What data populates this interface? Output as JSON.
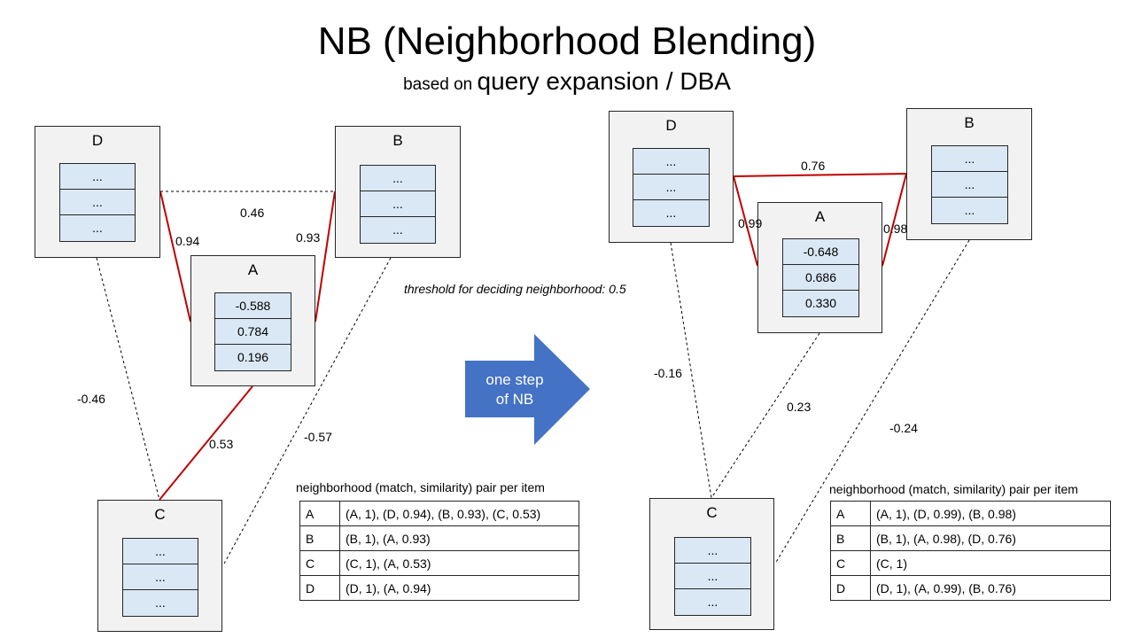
{
  "title": "NB (Neighborhood Blending)",
  "subtitle": {
    "prefix": "based on ",
    "emph": "query expansion",
    "suffix": " / DBA"
  },
  "threshold_note": "threshold for deciding neighborhood: 0.5",
  "step_arrow": {
    "line1": "one step",
    "line2": "of NB",
    "color": "#4472c4"
  },
  "colors": {
    "node_bg": "#f2f2f2",
    "cell_bg": "#dae8f5",
    "strong_edge": "#c00000",
    "weak_edge": "#000000"
  },
  "before": {
    "nodes": {
      "D": {
        "label": "D",
        "cells": [
          "...",
          "...",
          "..."
        ]
      },
      "B": {
        "label": "B",
        "cells": [
          "...",
          "...",
          "..."
        ]
      },
      "A": {
        "label": "A",
        "cells": [
          "-0.588",
          "0.784",
          "0.196"
        ]
      },
      "C": {
        "label": "C",
        "cells": [
          "...",
          "...",
          "..."
        ]
      }
    },
    "edges": {
      "D_B": "0.46",
      "D_A": "0.94",
      "B_A": "0.93",
      "D_C": "-0.46",
      "A_C": "0.53",
      "B_C": "-0.57"
    },
    "table_caption": "neighborhood (match, similarity) pair per item",
    "table": [
      {
        "item": "A",
        "pairs": "(A, 1), (D, 0.94), (B, 0.93), (C, 0.53)"
      },
      {
        "item": "B",
        "pairs": "(B, 1), (A, 0.93)"
      },
      {
        "item": "C",
        "pairs": "(C, 1), (A, 0.53)"
      },
      {
        "item": "D",
        "pairs": "(D, 1), (A, 0.94)"
      }
    ]
  },
  "after": {
    "nodes": {
      "D": {
        "label": "D",
        "cells": [
          "...",
          "...",
          "..."
        ]
      },
      "B": {
        "label": "B",
        "cells": [
          "...",
          "...",
          "..."
        ]
      },
      "A": {
        "label": "A",
        "cells": [
          "-0.648",
          "0.686",
          "0.330"
        ]
      },
      "C": {
        "label": "C",
        "cells": [
          "...",
          "...",
          "..."
        ]
      }
    },
    "edges": {
      "D_B": "0.76",
      "D_A": "0.99",
      "B_A": "0.98",
      "D_C": "-0.16",
      "A_C": "0.23",
      "B_C": "-0.24"
    },
    "table_caption": "neighborhood (match, similarity) pair per item",
    "table": [
      {
        "item": "A",
        "pairs": "(A, 1), (D, 0.99), (B, 0.98)"
      },
      {
        "item": "B",
        "pairs": "(B, 1), (A, 0.98), (D, 0.76)"
      },
      {
        "item": "C",
        "pairs": "(C, 1)"
      },
      {
        "item": "D",
        "pairs": "(D, 1), (A, 0.99), (B, 0.76)"
      }
    ]
  }
}
